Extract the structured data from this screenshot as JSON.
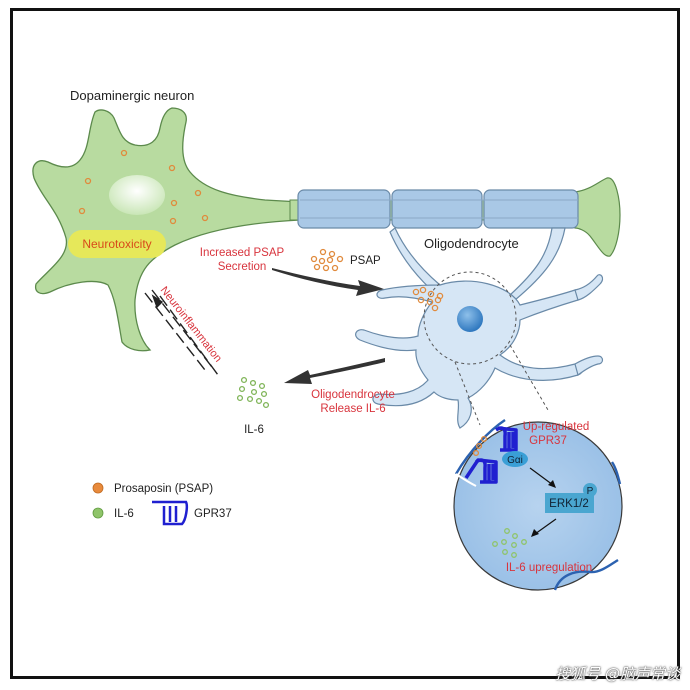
{
  "labels": {
    "neuron": "Dopaminergic neuron",
    "neurotoxicity": "Neurotoxicity",
    "increased_psap_line1": "Increased PSAP",
    "increased_psap_line2": "Secretion",
    "psap": "PSAP",
    "oligodendrocyte": "Oligodendrocyte",
    "neuroinflammation": "Neuroinflammation",
    "il6": "IL-6",
    "olig_release_line1": "Oligodendrocyte",
    "olig_release_line2": "Release IL-6",
    "upregulated_line1": "Up-regulated",
    "upregulated_line2": "GPR37",
    "galpha": "Gαi",
    "erk": "ERK1/2",
    "phospho": "P",
    "il6_upregulation": "IL-6 upregulation"
  },
  "legend": {
    "items": [
      {
        "label": "Prosaposin (PSAP)",
        "icon": "orange-circle",
        "color": "#e88a3c"
      },
      {
        "label": "IL-6",
        "icon": "green-circle",
        "color": "#8fc46a"
      },
      {
        "label": "GPR37",
        "icon": "receptor-coil",
        "color": "#2222cc"
      }
    ]
  },
  "colors": {
    "neuron_fill": "#b8dba0",
    "myelin_fill": "#a9c8e6",
    "olig_fill": "#d6e6f5",
    "highlight_red": "#d8343d",
    "neurotox_fill": "#e6e85a",
    "receptor": "#2020d0"
  },
  "watermark": "搜狐号 @脑声常谈"
}
